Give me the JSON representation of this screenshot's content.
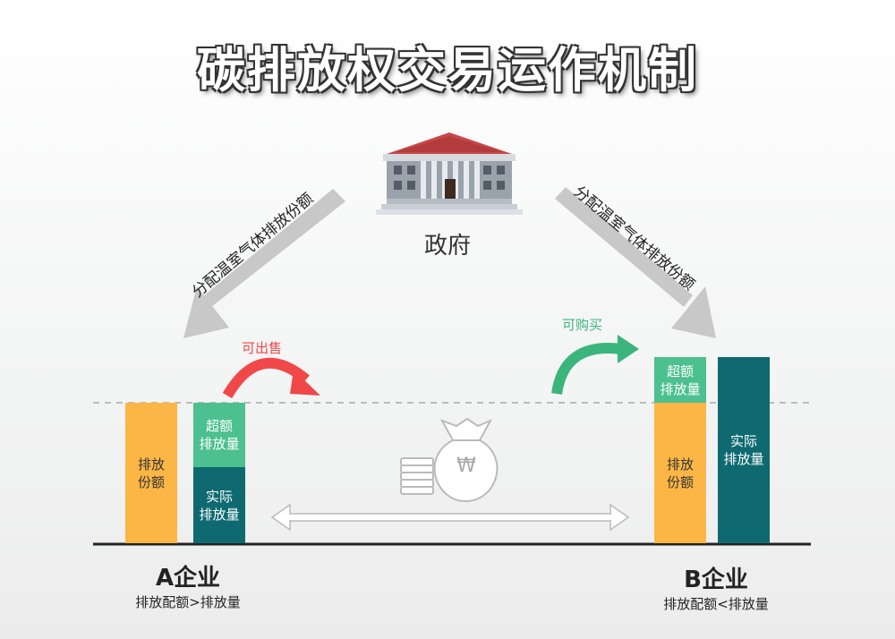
{
  "title": "碳排放权交易运作机制",
  "government": {
    "label": "政府",
    "icon": "government-building-icon"
  },
  "left_arrow_label": "分配温室气体排放份额",
  "right_arrow_label": "分配温室气体排放份额",
  "company_a": {
    "name": "A企业",
    "note": "排放配额>排放量",
    "quota_bar": [
      "排放",
      "份额"
    ],
    "excess_bar": [
      "超额",
      "排放量"
    ],
    "actual_bar": [
      "实际",
      "排放量"
    ],
    "action": "可出售"
  },
  "company_b": {
    "name": "B企业",
    "note": "排放配额<排放量",
    "quota_bar": [
      "排放",
      "份额"
    ],
    "excess_bar": [
      "超额",
      "排放量"
    ],
    "actual_bar": [
      "实际",
      "排放量"
    ],
    "action": "可购买"
  },
  "money_icon": {
    "icon": "money-bag-icon",
    "currency_symbol": "₩"
  },
  "colors": {
    "quota": "#fbb645",
    "excess": "#4cc08e",
    "actual": "#0e6a70",
    "sell": "#f04848",
    "buy": "#3cb57d",
    "arrow": "#c8c8c8"
  }
}
